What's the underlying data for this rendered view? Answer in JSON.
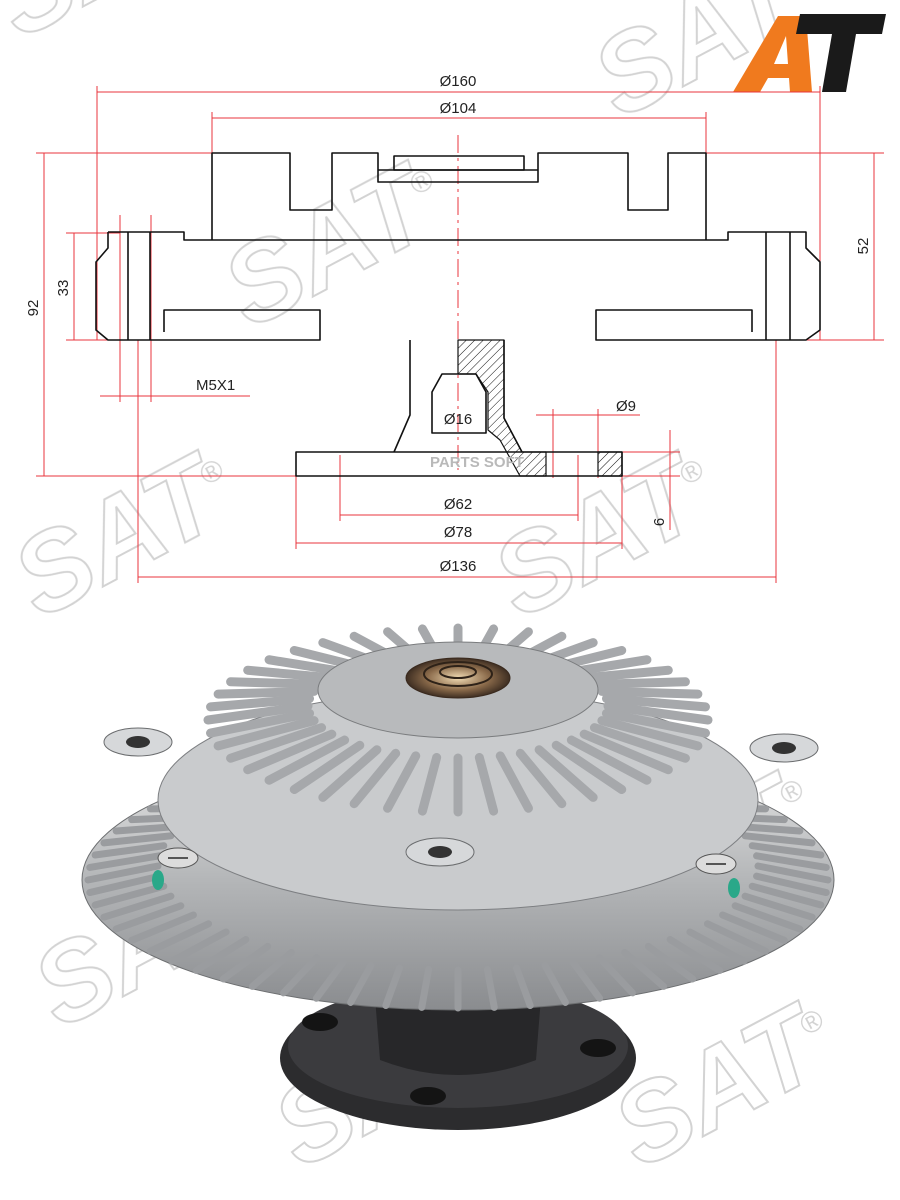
{
  "brand": {
    "logo_text": "AT",
    "logo_color_a": "#f07a1e",
    "logo_color_t": "#1a1a1a",
    "watermark_text": "SAT",
    "watermark_mark": "®",
    "watermark_color": "#cfcfcf",
    "center_watermark": "PARTS SOFT"
  },
  "colors": {
    "outline": "#111111",
    "dimension": "#e8343c",
    "centerline": "#e8343c"
  },
  "dimensions": {
    "d160": "Ø160",
    "d104": "Ø104",
    "h52": "52",
    "h92": "92",
    "h33": "33",
    "thread": "M5X1",
    "d16": "Ø16",
    "d9": "Ø9",
    "d62": "Ø62",
    "d78": "Ø78",
    "d136": "Ø136",
    "t6": "6"
  },
  "photo": {
    "subject": "fan-clutch-viscous-coupling"
  }
}
